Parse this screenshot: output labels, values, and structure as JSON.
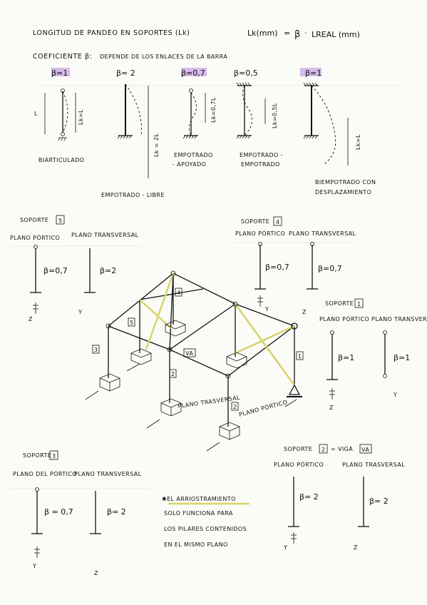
{
  "title": "LONGITUD DE PANDEO EN SOPORTES (Lk)",
  "formula": {
    "lhs": "Lk(mm)",
    "eq": "=",
    "beta": "β",
    "dot": "·",
    "rhs": "LREAL (mm)"
  },
  "coef": {
    "label": "COEFICIENTE β:",
    "text": "DEPENDE DE LOS ENLACES DE LA BARRA"
  },
  "cases": [
    {
      "beta": "β=1",
      "name": "BIARTICULADO",
      "dim": "Lk=L",
      "side": "L"
    },
    {
      "beta": "β= 2",
      "name": "EMPOTRADO - LIBRE",
      "dim": "Lk = 2L"
    },
    {
      "beta": "β=0,7",
      "name1": "EMPOTRADO",
      "name2": "- APOYADO",
      "dim": "Lk=0,7L"
    },
    {
      "beta": "β=0,5",
      "name1": "EMPOTRADO -",
      "name2": "EMPOTRADO",
      "dim": "Lk=0,5L"
    },
    {
      "beta": "β=1",
      "name1": "BIEMPOTRADO CON",
      "name2": "DESPLAZAMIENTO",
      "dim": "Lk=L"
    }
  ],
  "soporte5": {
    "title": "SOPORTE",
    "num": "5",
    "plano1": "PLANO PÓRTICO",
    "plano2": "PLANO TRANSVERSAL",
    "beta1": "β=0,7",
    "beta2": "β=2"
  },
  "soporte4": {
    "title": "SOPORTE",
    "num": "4",
    "plano1": "PLANO PÓRTICO",
    "plano2": "PLANO TRANSVERSAL",
    "beta1": "β=0,7",
    "beta2": "β=0,7"
  },
  "soporte1": {
    "title": "SOPORTE",
    "num": "1",
    "plano1": "PLANO PÓRTICO",
    "plano2": "PLANO TRANSVERSAL",
    "beta1": "β=1",
    "beta2": "β=1"
  },
  "soporte3": {
    "title": "SOPORTE",
    "num": "3",
    "plano1": "PLANO DEL PÓRTICO",
    "plano2": "PLANO TRANSVERSAL",
    "beta1": "β = 0,7",
    "beta2": "β= 2"
  },
  "soporte2": {
    "title": "SOPORTE",
    "num": "2",
    "eq": "= VIGA",
    "viga": "VA",
    "plano1": "PLANO PÓRTICO",
    "plano2": "PLANO TRASVERSAL",
    "beta1": "β= 2",
    "beta2": "β= 2"
  },
  "frame": {
    "labels": [
      "4",
      "5",
      "3",
      "VA",
      "2",
      "1",
      "2"
    ],
    "plano_trans": "PLANO TRASVERSAL",
    "plano_port": "PLANO PÓRTICO"
  },
  "note": {
    "line1": "✱EL ARRIOSTRAMIENTO",
    "line2": "SOLO FUNCIONA PARA",
    "line3": "LOS PILARES CONTENIDOS",
    "line4": "EN EL MISMO PLANO"
  },
  "axes": {
    "y": "Y",
    "z": "Z"
  }
}
